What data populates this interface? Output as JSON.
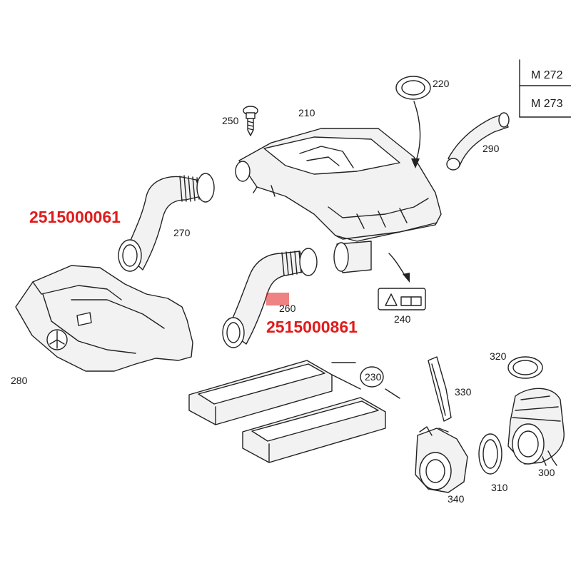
{
  "diagram": {
    "highlight_color": "#e11b1b",
    "table": {
      "row1": "M 272",
      "row2": "M 273"
    },
    "part_numbers": {
      "hose_270": "2515000061",
      "hose_260": "2515000861"
    },
    "labels": {
      "p210": "210",
      "p220": "220",
      "p230": "230",
      "p240": "240",
      "p250": "250",
      "p260": "260",
      "p270": "270",
      "p280": "280",
      "p290": "290",
      "p300": "300",
      "p310": "310",
      "p320": "320",
      "p330": "330",
      "p340": "340"
    }
  }
}
